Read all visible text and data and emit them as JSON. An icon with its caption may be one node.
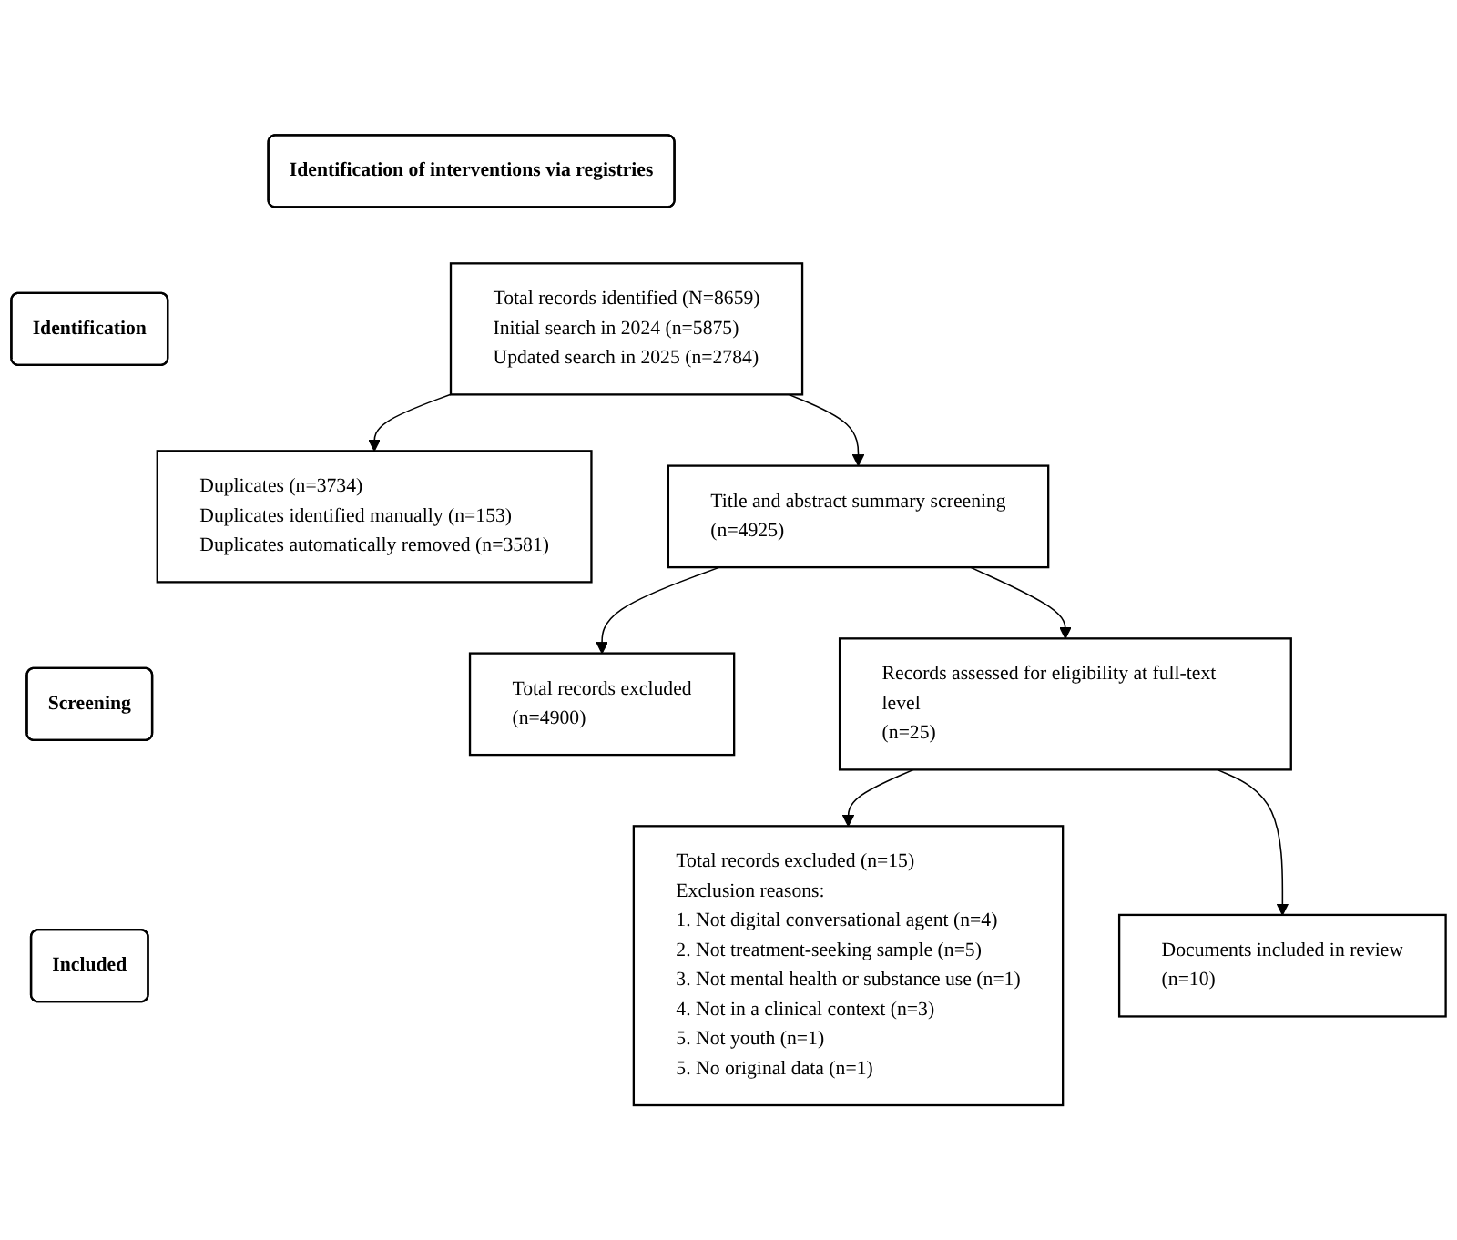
{
  "diagram": {
    "nodes": [
      {
        "text": [
          "Identification of interventions via registries"
        ]
      },
      {
        "text": [
          "Identification"
        ]
      },
      {
        "text": [
          "Total records identified (N=8659)",
          "Initial search in 2024 (n=5875)",
          "Updated search in 2025 (n=2784)"
        ]
      },
      {
        "text": [
          "Duplicates (n=3734)",
          "Duplicates identified manually (n=153)",
          "Duplicates automatically removed (n=3581)"
        ]
      },
      {
        "text": [
          "Screening"
        ]
      },
      {
        "text": [
          "Title and abstract summary screening",
          "(n=4925)"
        ]
      },
      {
        "text": [
          "Total records excluded",
          "(n=4900)"
        ]
      },
      {
        "text": [
          "Records assessed for eligibility at full-text level",
          "(n=25)"
        ]
      },
      {
        "text": [
          "Total records excluded (n=15)",
          "Exclusion reasons:",
          "1. Not digital conversational agent (n=4)",
          "2. Not treatment-seeking sample (n=5)",
          "3. Not mental health or substance use (n=1)",
          "4. Not in a clinical context (n=3)",
          "5. Not youth (n=1)",
          "5. No original data (n=1)"
        ]
      },
      {
        "text": [
          "Included"
        ]
      },
      {
        "text": [
          "Documents included in review",
          "(n=10)"
        ]
      }
    ],
    "edges": [
      {
        "from": 2,
        "to": 3,
        "arrow": "to"
      },
      {
        "from": 2,
        "to": 5,
        "arrow": "to"
      },
      {
        "from": 5,
        "to": 6,
        "arrow": "to"
      },
      {
        "from": 5,
        "to": 7,
        "arrow": "to"
      },
      {
        "from": 7,
        "to": 8,
        "arrow": "to"
      },
      {
        "from": 7,
        "to": 10,
        "arrow": "to"
      }
    ]
  }
}
